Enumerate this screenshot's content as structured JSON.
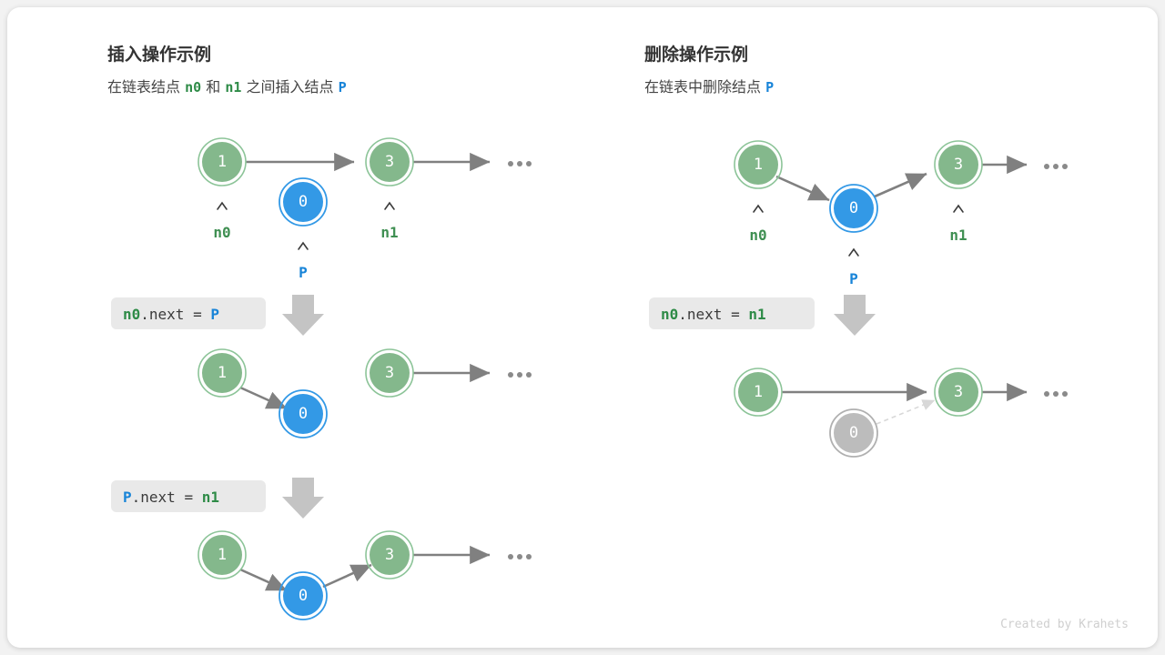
{
  "footer": {
    "credit": "Created by Krahets"
  },
  "panels": [
    {
      "id": "insert",
      "title": "插入操作示例",
      "subtitle_parts": [
        {
          "text": "在链表结点 ",
          "style": "plain"
        },
        {
          "text": "n0",
          "style": "green"
        },
        {
          "text": " 和 ",
          "style": "plain"
        },
        {
          "text": "n1",
          "style": "green"
        },
        {
          "text": " 之间插入结点 ",
          "style": "plain"
        },
        {
          "text": "P",
          "style": "blue"
        }
      ],
      "steps": [
        {
          "code_parts": [
            {
              "text": "n0",
              "style": "green"
            },
            {
              "text": ".next = ",
              "style": "plain"
            },
            {
              "text": "P",
              "style": "blue"
            }
          ]
        },
        {
          "code_parts": [
            {
              "text": "P",
              "style": "blue"
            },
            {
              "text": ".next = ",
              "style": "plain"
            },
            {
              "text": "n1",
              "style": "green"
            }
          ]
        }
      ],
      "rows": [
        {
          "name": "initial-state",
          "nodes": [
            {
              "value": "1",
              "color": "green",
              "label": "n0",
              "label_color": "green",
              "caret": true
            },
            {
              "value": "0",
              "color": "blue",
              "label": "P",
              "label_color": "blue",
              "caret": true
            },
            {
              "value": "3",
              "color": "green",
              "label": "n1",
              "label_color": "green",
              "caret": true
            }
          ],
          "ellipsis": true
        },
        {
          "name": "after-step-1",
          "nodes": [
            {
              "value": "1",
              "color": "green"
            },
            {
              "value": "0",
              "color": "blue"
            },
            {
              "value": "3",
              "color": "green"
            }
          ],
          "ellipsis": true
        },
        {
          "name": "after-step-2",
          "nodes": [
            {
              "value": "1",
              "color": "green"
            },
            {
              "value": "0",
              "color": "blue"
            },
            {
              "value": "3",
              "color": "green"
            }
          ],
          "ellipsis": true
        }
      ]
    },
    {
      "id": "delete",
      "title": "删除操作示例",
      "subtitle_parts": [
        {
          "text": "在链表中删除结点 ",
          "style": "plain"
        },
        {
          "text": "P",
          "style": "blue"
        }
      ],
      "steps": [
        {
          "code_parts": [
            {
              "text": "n0",
              "style": "green"
            },
            {
              "text": ".next = ",
              "style": "plain"
            },
            {
              "text": "n1",
              "style": "green"
            }
          ]
        }
      ],
      "rows": [
        {
          "name": "initial-state",
          "nodes": [
            {
              "value": "1",
              "color": "green",
              "label": "n0",
              "label_color": "green",
              "caret": true
            },
            {
              "value": "0",
              "color": "blue",
              "label": "P",
              "label_color": "blue",
              "caret": true
            },
            {
              "value": "3",
              "color": "green",
              "label": "n1",
              "label_color": "green",
              "caret": true
            }
          ],
          "ellipsis": true
        },
        {
          "name": "after-delete",
          "nodes": [
            {
              "value": "1",
              "color": "green"
            },
            {
              "value": "0",
              "color": "gray"
            },
            {
              "value": "3",
              "color": "green"
            }
          ],
          "ellipsis": true
        }
      ]
    }
  ],
  "colors": {
    "green_fill": "#84b88c",
    "green_ring": "#8cc498",
    "blue_fill": "#3399e6",
    "blue_ring": "#3399e6",
    "gray_fill": "#bcbcbc",
    "gray_ring": "#b0b0b0",
    "edge": "#808080",
    "code_bg": "#e9e9e9",
    "down_arrow": "#c4c4c4"
  }
}
